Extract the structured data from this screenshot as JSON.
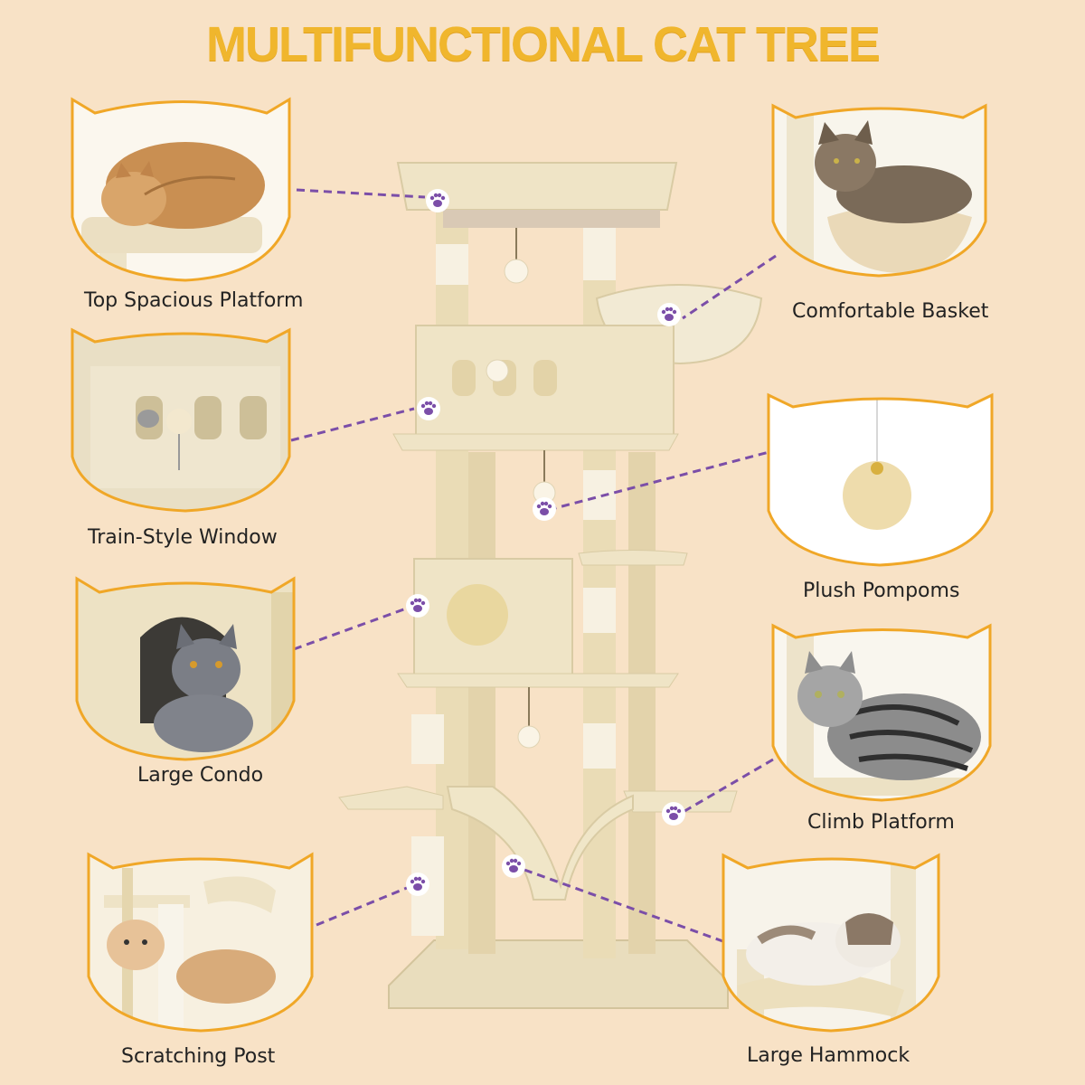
{
  "title": "MULTIFUNCTIONAL CAT TREE",
  "colors": {
    "background": "#f8e2c6",
    "title": "#f0b62d",
    "frame_border": "#f0a727",
    "paw": "#7b4ea8",
    "dashed_line": "#7b4ea8",
    "plush": "#efe4c6",
    "sisal": "#f7f1e2"
  },
  "features": [
    {
      "label": "Top Spacious Platform",
      "icon": "sleeping-cat-photo"
    },
    {
      "label": "Train-Style Window",
      "icon": "window-cat-photo"
    },
    {
      "label": "Large Condo",
      "icon": "condo-cat-photo"
    },
    {
      "label": "Scratching Post",
      "icon": "scratching-kitten-photo"
    },
    {
      "label": "Comfortable Basket",
      "icon": "basket-cat-photo"
    },
    {
      "label": "Plush Pompoms",
      "icon": "pompom-photo"
    },
    {
      "label": "Climb Platform",
      "icon": "tabby-cat-photo"
    },
    {
      "label": "Large Hammock",
      "icon": "hammock-cat-photo"
    }
  ]
}
